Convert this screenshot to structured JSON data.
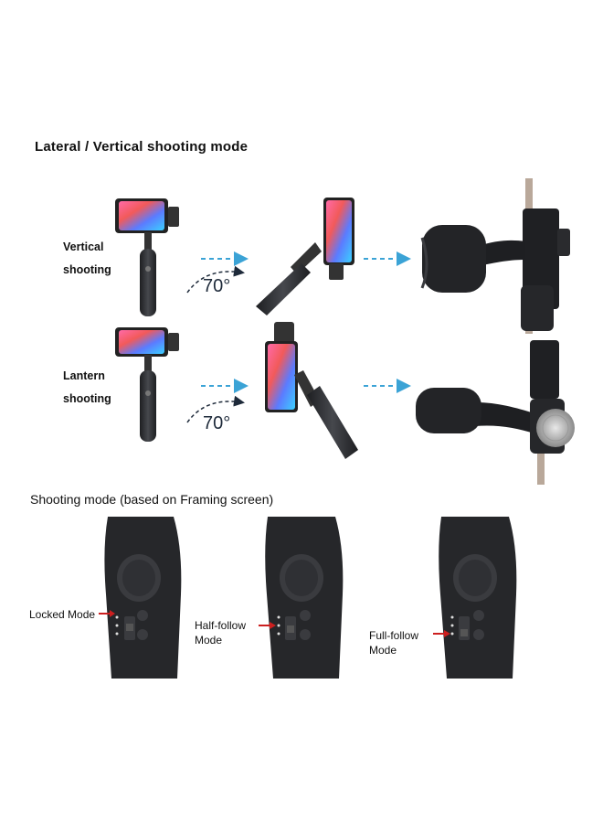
{
  "heading": "Lateral / Vertical shooting mode",
  "rows": [
    {
      "label_line1": "Vertical",
      "label_line2": "shooting",
      "angle": "70°"
    },
    {
      "label_line1": "Lantern",
      "label_line2": "shooting",
      "angle": "70°"
    }
  ],
  "modes_heading": "Shooting mode (based on Framing screen)",
  "modes": [
    {
      "line1": "Locked Mode",
      "line2": ""
    },
    {
      "line1": "Half-follow",
      "line2": "Mode"
    },
    {
      "line1": "Full-follow",
      "line2": "Mode"
    }
  ],
  "colors": {
    "arrow": "#3ba3d6",
    "indicator": "#cc1f1f",
    "device": "#2a2b2e"
  }
}
